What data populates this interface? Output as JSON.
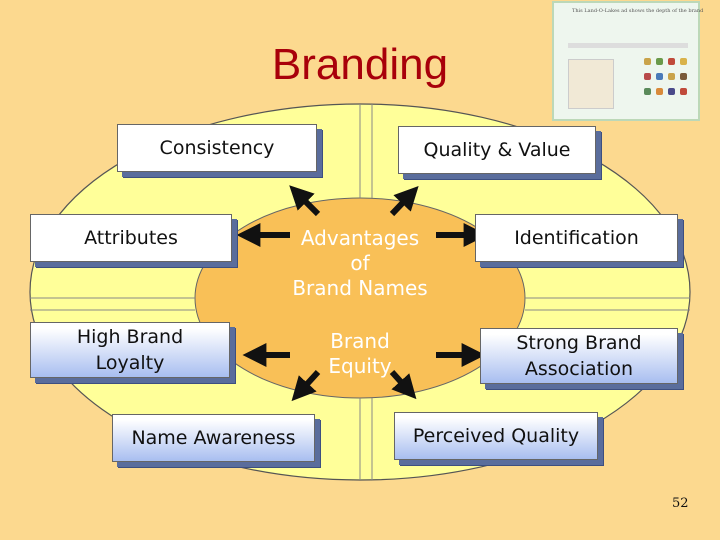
{
  "title": "Branding",
  "thumbnail": {
    "caption": "This Land-O-Lakes ad shows the depth of the brand"
  },
  "center": {
    "advantages": "Advantages\nof\nBrand Names",
    "equity": "Brand\nEquity"
  },
  "boxes": {
    "consistency": "Consistency",
    "quality_value": "Quality & Value",
    "attributes": "Attributes",
    "identification": "Identification",
    "high_loyalty": "High Brand\nLoyalty",
    "strong_association": "Strong Brand\nAssociation",
    "name_awareness": "Name Awareness",
    "perceived_quality": "Perceived Quality"
  },
  "page_number": "52",
  "colors": {
    "background": "#fcd98f",
    "title": "#a8000a",
    "outer_ellipse": "#ffff99",
    "inner_ellipse": "#f9c057"
  }
}
